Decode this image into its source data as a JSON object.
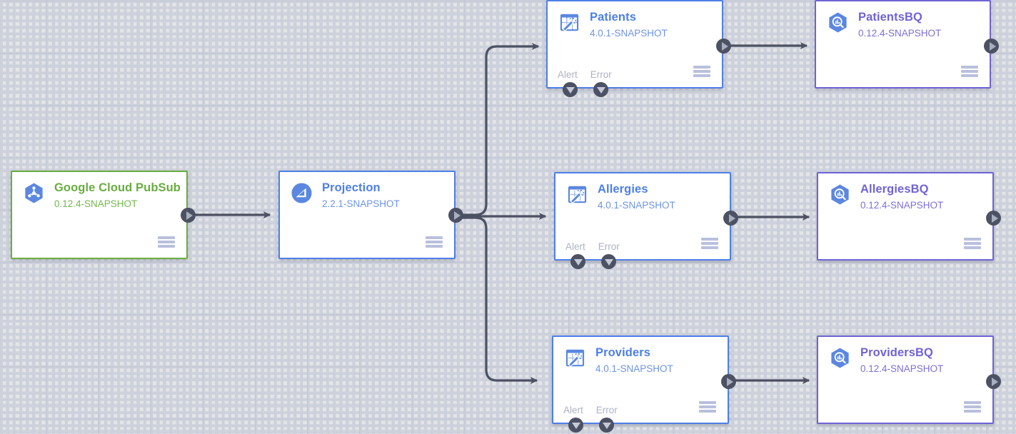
{
  "canvas": {
    "background_color": "#e4e5e7",
    "grid_major_color": "#c3c7d4",
    "grid_minor_color": "#cdd1dc"
  },
  "colors": {
    "source_accent": "#68ad3f",
    "processor_accent": "#4d7fe8",
    "sink_accent": "#6f63d6",
    "edge": "#4c5163",
    "port_glyph": "#a9aebe",
    "menu_bars": "#b9c0dd",
    "port_label": "#aeb3c4"
  },
  "nodes": [
    {
      "id": "google-cloud-pubsub",
      "title": "Google Cloud PubSub",
      "version": "0.12.4-SNAPSHOT",
      "accent": "green",
      "icon": "pubsub-hexagon-icon",
      "ports": {
        "output": "output-port",
        "alert": null,
        "error": null
      },
      "menu": "node-menu-icon"
    },
    {
      "id": "projection",
      "title": "Projection",
      "version": "2.2.1-SNAPSHOT",
      "accent": "blue",
      "icon": "projection-circle-icon",
      "ports": {
        "output": "output-port",
        "alert": null,
        "error": null
      },
      "menu": "node-menu-icon"
    },
    {
      "id": "patients",
      "title": "Patients",
      "version": "4.0.1-SNAPSHOT",
      "accent": "blue",
      "icon": "wrangler-transform-icon",
      "ports": {
        "output": "output-port",
        "alert": "Alert",
        "error": "Error"
      },
      "menu": "node-menu-icon"
    },
    {
      "id": "allergies",
      "title": "Allergies",
      "version": "4.0.1-SNAPSHOT",
      "accent": "blue",
      "icon": "wrangler-transform-icon",
      "ports": {
        "output": "output-port",
        "alert": "Alert",
        "error": "Error"
      },
      "menu": "node-menu-icon"
    },
    {
      "id": "providers",
      "title": "Providers",
      "version": "4.0.1-SNAPSHOT",
      "accent": "blue",
      "icon": "wrangler-transform-icon",
      "ports": {
        "output": "output-port",
        "alert": "Alert",
        "error": "Error"
      },
      "menu": "node-menu-icon"
    },
    {
      "id": "patientsbq",
      "title": "PatientsBQ",
      "version": "0.12.4-SNAPSHOT",
      "accent": "purple",
      "icon": "bigquery-hexagon-icon",
      "ports": {
        "output": "output-port",
        "alert": null,
        "error": null
      },
      "menu": "node-menu-icon"
    },
    {
      "id": "allergiesbq",
      "title": "AllergiesBQ",
      "version": "0.12.4-SNAPSHOT",
      "accent": "purple",
      "icon": "bigquery-hexagon-icon",
      "ports": {
        "output": "output-port",
        "alert": null,
        "error": null
      },
      "menu": "node-menu-icon"
    },
    {
      "id": "providersbq",
      "title": "ProvidersBQ",
      "version": "0.12.4-SNAPSHOT",
      "accent": "purple",
      "icon": "bigquery-hexagon-icon",
      "ports": {
        "output": "output-port",
        "alert": null,
        "error": null
      },
      "menu": "node-menu-icon"
    }
  ],
  "edges": [
    {
      "from": "google-cloud-pubsub",
      "to": "projection"
    },
    {
      "from": "projection",
      "to": "patients"
    },
    {
      "from": "projection",
      "to": "allergies"
    },
    {
      "from": "projection",
      "to": "providers"
    },
    {
      "from": "patients",
      "to": "patientsbq"
    },
    {
      "from": "allergies",
      "to": "allergiesbq"
    },
    {
      "from": "providers",
      "to": "providersbq"
    }
  ]
}
